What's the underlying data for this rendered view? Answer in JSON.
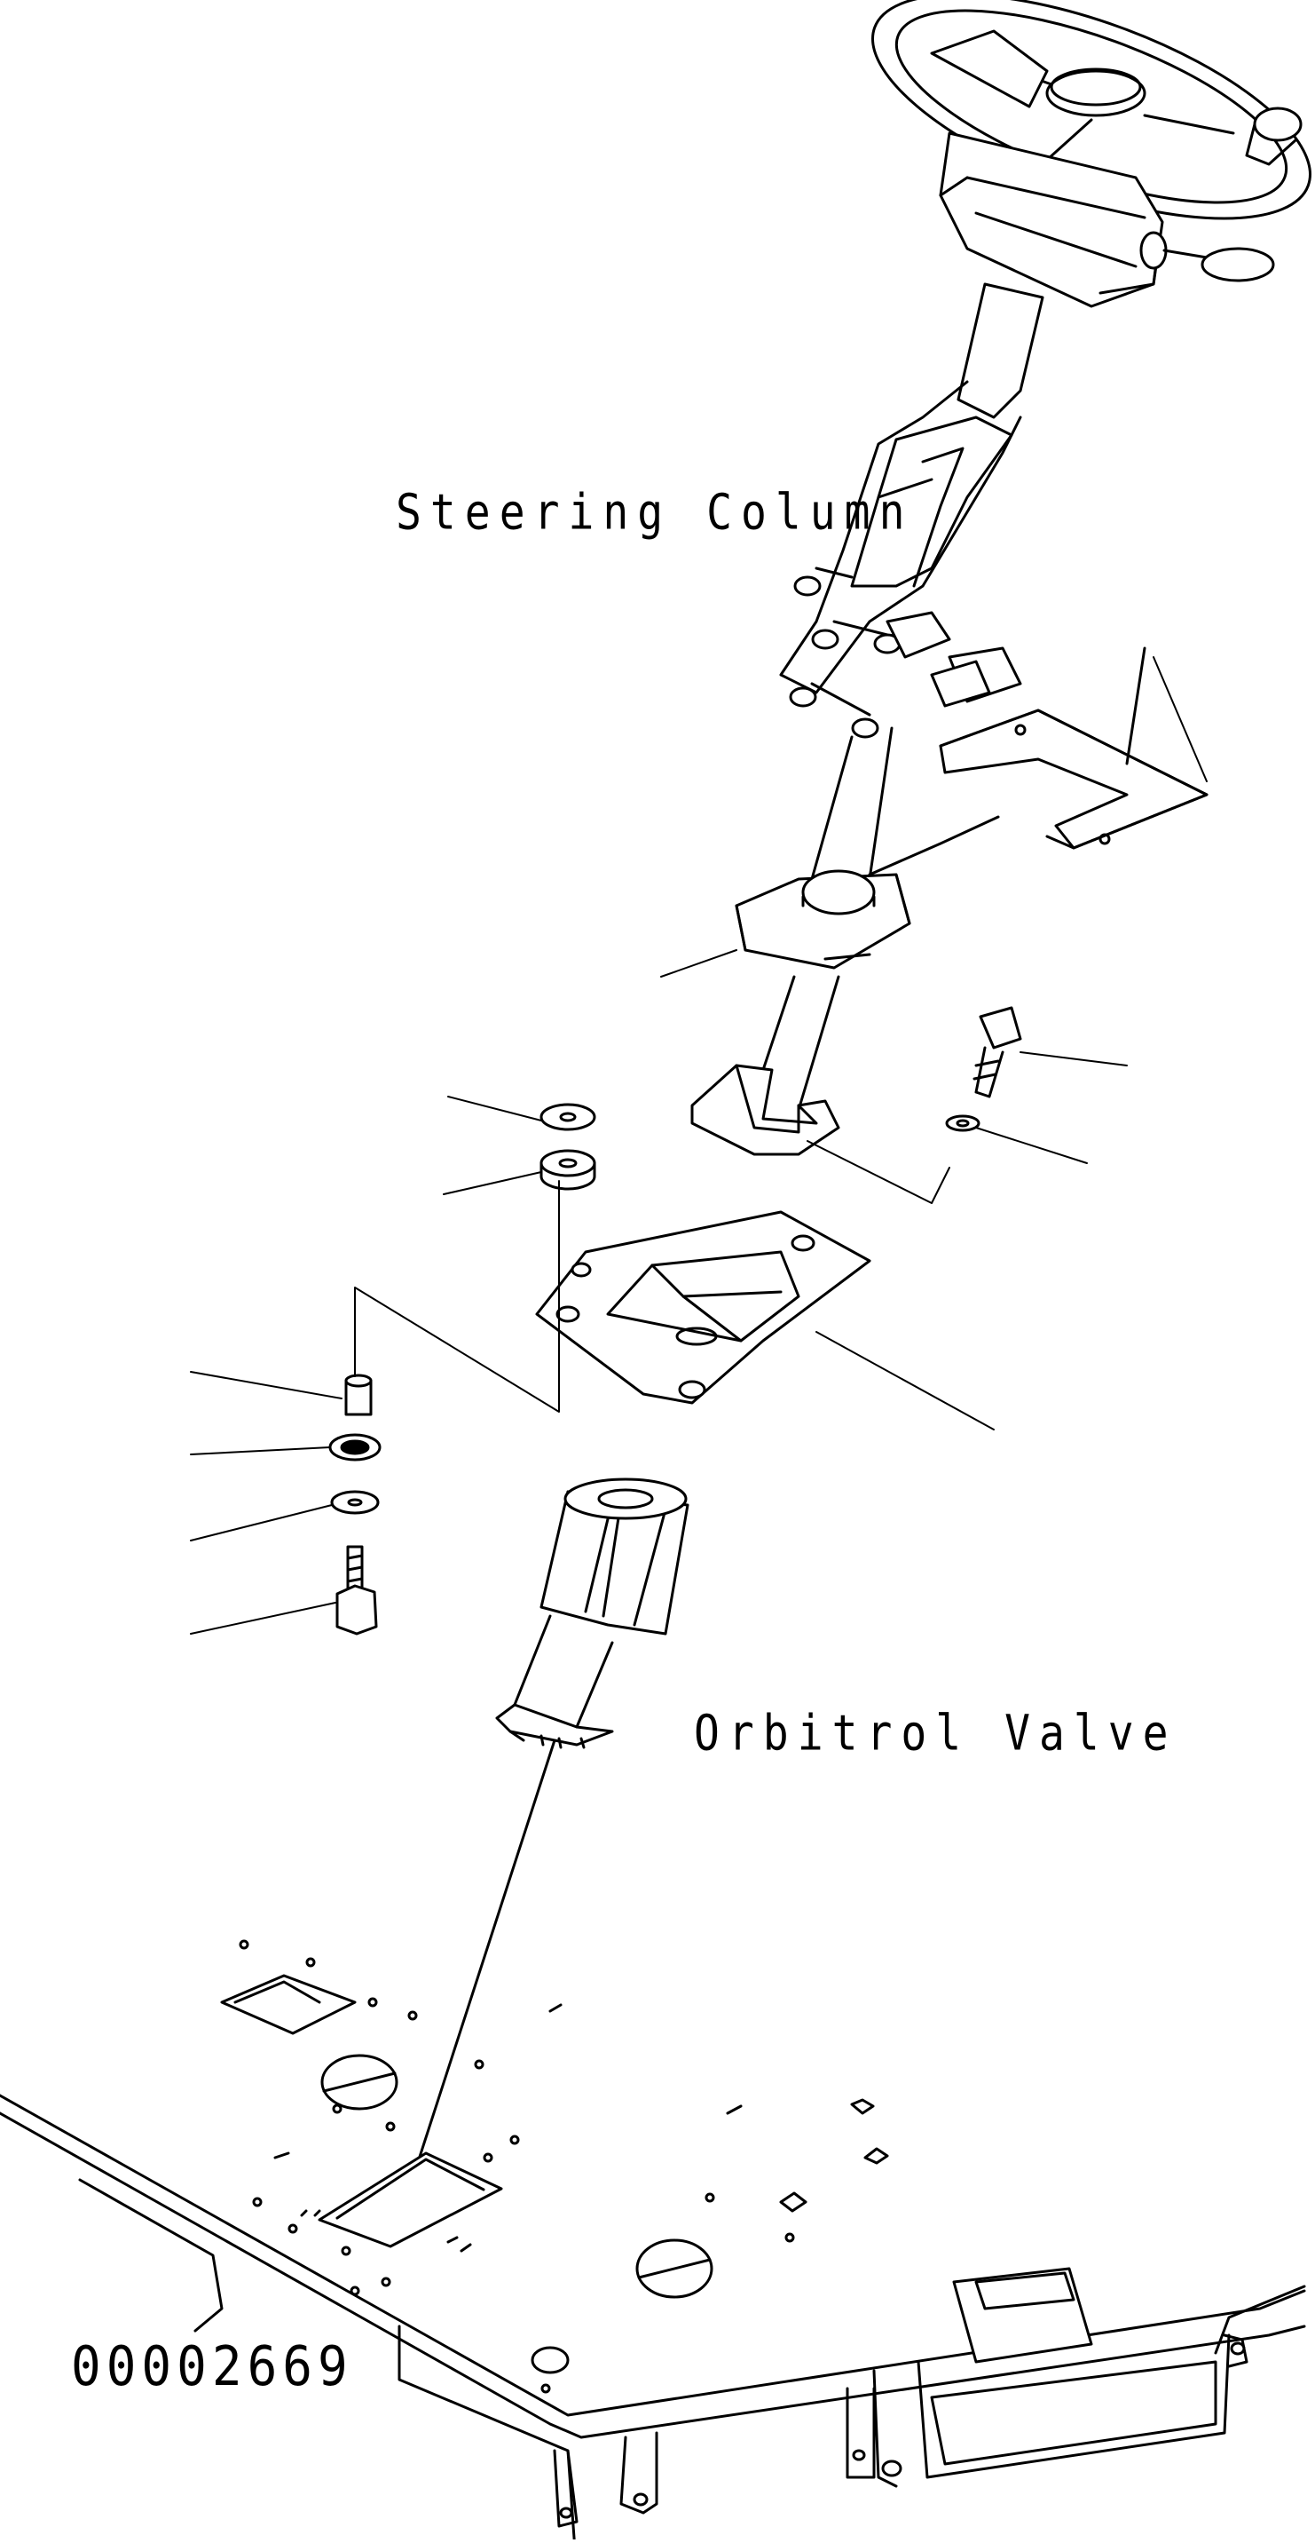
{
  "labels": {
    "steering_column": "Steering Column",
    "orbitrol_valve": "Orbitrol Valve",
    "document_number": "00002669"
  },
  "colors": {
    "line": "#000000",
    "background": "#ffffff"
  }
}
